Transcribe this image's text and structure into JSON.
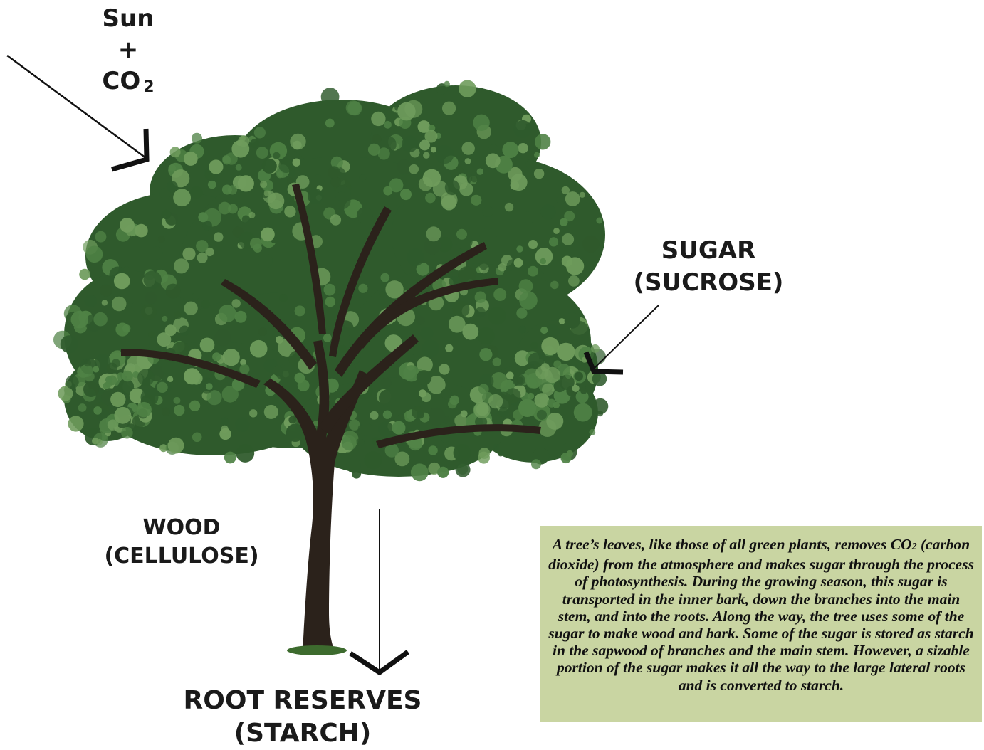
{
  "colors": {
    "background": "#ffffff",
    "leaf_dark": "#2f5a2c",
    "leaf_mid": "#4f8245",
    "leaf_light": "#6f9c5c",
    "trunk": "#2b221b",
    "arrow": "#111111",
    "info_box": "#c9d5a2"
  },
  "labels": {
    "sun": "Sun",
    "plus": "+",
    "co2": "CO",
    "co2_sub": "2",
    "sugar_line1": "SUGAR",
    "sugar_line2": "(SUCROSE)",
    "wood_line1": "WOOD",
    "wood_line2": "(CELLULOSE)",
    "root_line1": "ROOT RESERVES",
    "root_line2": "(STARCH)"
  },
  "info_box": {
    "text_pre": "A tree’s leaves, like those of all green plants, removes CO",
    "text_sub": "2",
    "text_post": " (carbon dioxide) from the atmosphere and makes sugar through the process of photosynthesis. During the growing season, this sugar is transported in the inner bark, down the branches into the main stem, and into the roots. Along the way, the tree uses some of the sugar to make wood and bark. Some of the sugar is stored as starch in the sapwood of branches and the main stem. However, a sizable portion of the sugar makes it all the way to the large lateral roots and is converted to starch."
  },
  "icons": {
    "tree": "deciduous-tree-illustration",
    "arrows": [
      "sun-co2-arrow",
      "sugar-arrow",
      "root-arrow"
    ]
  }
}
